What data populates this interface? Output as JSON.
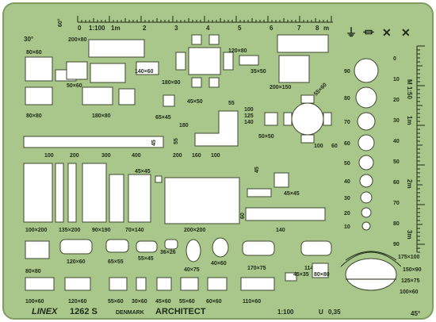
{
  "colors": {
    "plate": "#a9c68b",
    "plate_edge": "#7f9c63",
    "ink": "#1e2a16",
    "cut": "#ffffff"
  },
  "top_ruler": {
    "prefix": "0",
    "ratio": "1:100",
    "unit": "1m",
    "marks": [
      "2",
      "3",
      "4",
      "5",
      "6",
      "7",
      "8"
    ],
    "end_unit": "m"
  },
  "corner_angle": "30°",
  "side_angle": "60°",
  "bottom_angle": "45°",
  "left_column": [
    "80×60",
    "50×60",
    "80×80"
  ],
  "furniture_labels": {
    "a": "200×80",
    "b": "140×60",
    "c": "180×80",
    "d": "120×80",
    "e": "35×50",
    "f": "65×45",
    "g": "45×50",
    "h": "55",
    "i": "100",
    "j": "125",
    "k": "140",
    "l": "200×150",
    "m": "55×60",
    "n": "180",
    "o": "55",
    "p": "50×50",
    "q": "100",
    "r": "60"
  },
  "bed_row": [
    "100",
    "200",
    "300",
    "400",
    "45",
    "200",
    "160",
    "100"
  ],
  "middle_labels": {
    "a": "45×45",
    "b": "45×45",
    "c": "45",
    "d": "60"
  },
  "lower_row": [
    "100×200",
    "135×200",
    "90×190",
    "70×140",
    "200×200",
    "140"
  ],
  "sanitary_row": [
    "120×60",
    "65×55",
    "55×45",
    "36×26",
    "40×60",
    "40×75",
    "170×75",
    "114×75"
  ],
  "bottom_row": [
    "80×80",
    "100×60",
    "120×60",
    "55×60",
    "30×60",
    "45×60",
    "55×60",
    "60×60",
    "110×60",
    "45×35",
    "80×80"
  ],
  "right_scale": {
    "title": "M 1:50",
    "ticks": [
      "0",
      "10",
      "20",
      "30",
      "40",
      "50",
      "60",
      "70",
      "80",
      "90"
    ],
    "units": [
      "1m",
      "2m",
      "3m"
    ]
  },
  "circle_scale": [
    "90",
    "80",
    "70",
    "60",
    "50",
    "40",
    "30",
    "20",
    "10"
  ],
  "symbols": [
    "⏚",
    "⏛",
    "✕",
    "✕"
  ],
  "bath_labels": [
    "175×100",
    "150×90",
    "125×75",
    "100×60"
  ],
  "footer": {
    "brand": "LINEX",
    "model": "1262 S",
    "country": "DENMARK",
    "title": "ARCHITECT",
    "scale": "1:100",
    "thickness": "0,35"
  }
}
